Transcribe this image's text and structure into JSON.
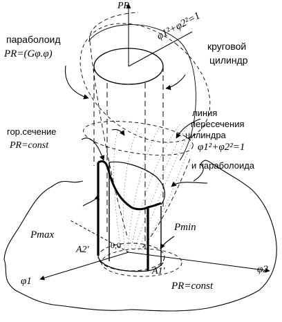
{
  "labels": {
    "pr_axis": "PR",
    "unit_circle_eq": "φ1²+φ2²=1",
    "paraboloid_word": "параболоид",
    "paraboloid_formula": "PR=(Gφ.φ)",
    "cylinder_line1": "круговой",
    "cylinder_line2": "цилиндр",
    "intersection_line1": "линия",
    "intersection_line2": "пересечения",
    "intersection_line3": "цилиндра",
    "intersection_eq": "φ1²+φ2²=1",
    "intersection_line4": "и параболоида",
    "hsection_line1": "гор.сечение",
    "hsection_line2": "PR=const",
    "p_max": "Pmax",
    "p_min": "Pmin",
    "point_a2": "A2'",
    "point_a1": "A1'",
    "origin": "0,0",
    "axis_phi1": "φ1",
    "axis_phi2": "φ2",
    "pr_const_bottom": "PR=const"
  }
}
